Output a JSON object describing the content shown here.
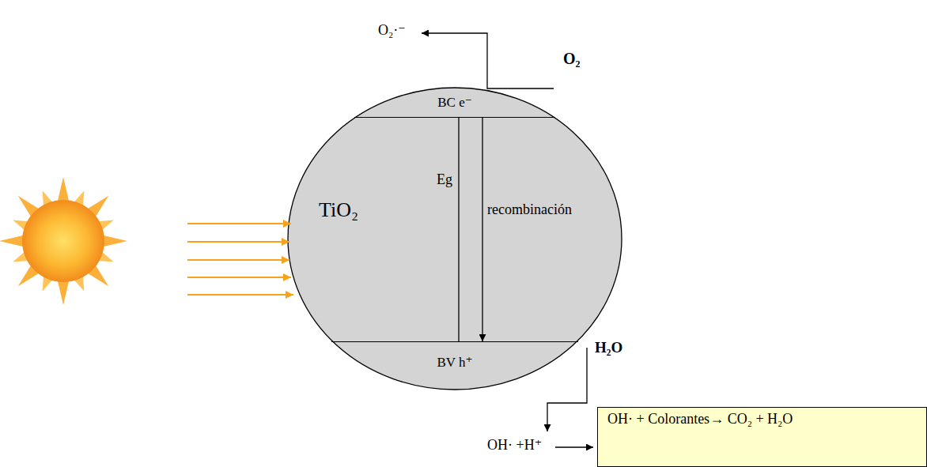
{
  "diagram": {
    "nodes": [
      {
        "text": [
          "TiO₂"
        ]
      },
      {
        "text": [
          "BC e⁻"
        ],
        "in": 0
      },
      {
        "text": [
          "BV h⁺"
        ],
        "in": 0
      },
      {
        "text": [
          "OH· + Colorantes→ CO₂ + H₂O"
        ]
      }
    ],
    "edges": [
      {
        "from": 1,
        "to": 2,
        "arrow": "none",
        "label": "Eg"
      },
      {
        "from": 1,
        "to": 2,
        "arrow": "to",
        "label": "recombinación"
      }
    ],
    "labels": [
      "O₂·⁻",
      "O₂",
      "H₂O",
      "OH· +H⁺"
    ]
  }
}
